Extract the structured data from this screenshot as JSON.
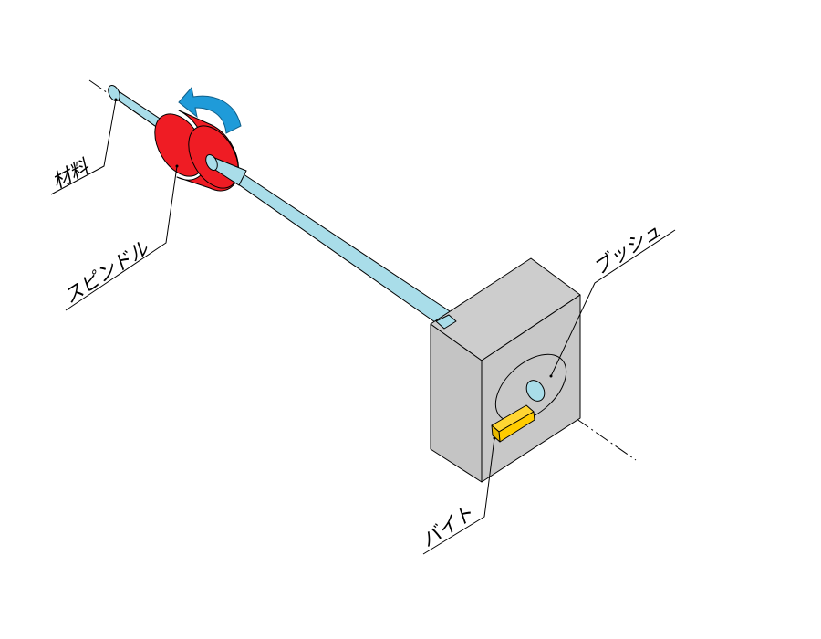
{
  "labels": {
    "material": "材料",
    "spindle": "スピンドル",
    "bush": "ブッシュ",
    "bite": "バイト"
  },
  "colors": {
    "background": "#ffffff",
    "rod": "#a9dde9",
    "spindle": "#ef1c24",
    "block_front": "#c4c4c4",
    "block_side": "#c8c8c8",
    "block_top": "#cdcdcd",
    "tool": "#ffcc00",
    "arrow": "#1f9bd9",
    "line": "#000000"
  },
  "icons": {
    "rotation": "curved-rotation-arrow-icon"
  }
}
